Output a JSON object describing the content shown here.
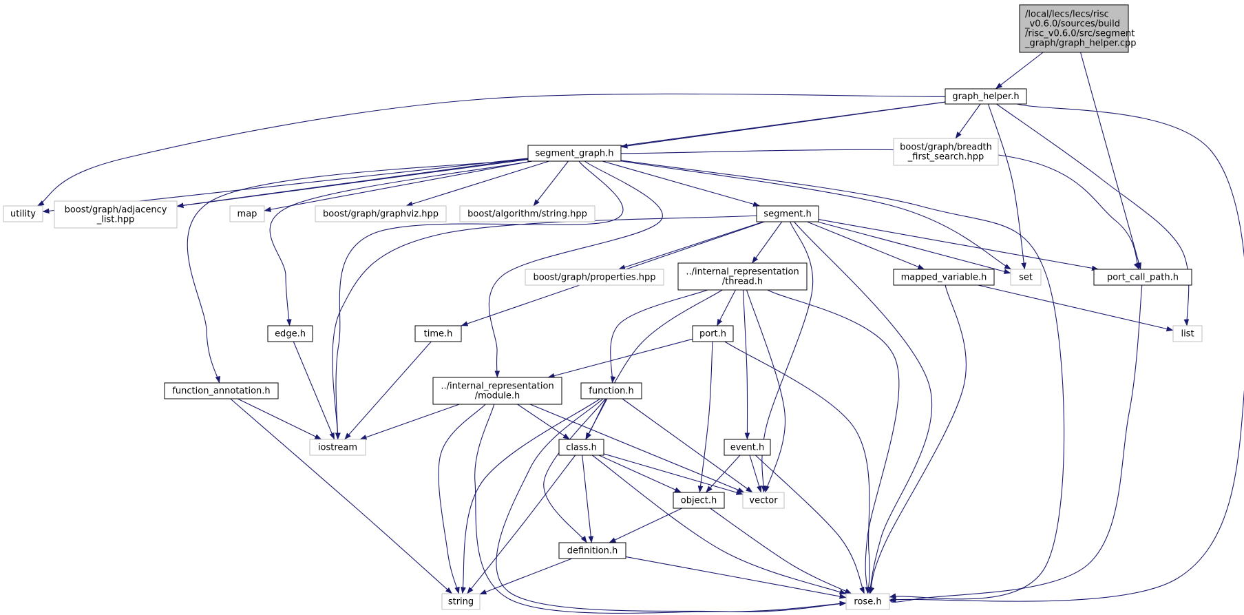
{
  "colors": {
    "edge": "#191970",
    "root_fill": "#bfbfbf",
    "node_border": "#000000",
    "external_border": "#bfbfbf",
    "background": "#ffffff"
  },
  "nodes": [
    {
      "id": "root",
      "kind": "root",
      "lines": [
        "/local/lecs/lecs/risc",
        "_v0.6.0/sources/build",
        "/risc_v0.6.0/src/segment",
        "_graph/graph_helper.cpp"
      ]
    },
    {
      "id": "graph_helper",
      "kind": "file",
      "lines": [
        "graph_helper.h"
      ]
    },
    {
      "id": "segment_graph",
      "kind": "file",
      "lines": [
        "segment_graph.h"
      ]
    },
    {
      "id": "bfs",
      "kind": "external",
      "lines": [
        "boost/graph/breadth",
        "_first_search.hpp"
      ]
    },
    {
      "id": "utility",
      "kind": "external",
      "lines": [
        "utility"
      ]
    },
    {
      "id": "adjacency",
      "kind": "external",
      "lines": [
        "boost/graph/adjacency",
        "_list.hpp"
      ]
    },
    {
      "id": "map",
      "kind": "external",
      "lines": [
        "map"
      ]
    },
    {
      "id": "graphviz",
      "kind": "external",
      "lines": [
        "boost/graph/graphviz.hpp"
      ]
    },
    {
      "id": "algo_string",
      "kind": "external",
      "lines": [
        "boost/algorithm/string.hpp"
      ]
    },
    {
      "id": "segment",
      "kind": "file",
      "lines": [
        "segment.h"
      ]
    },
    {
      "id": "set",
      "kind": "external",
      "lines": [
        "set"
      ]
    },
    {
      "id": "port_call_path",
      "kind": "file",
      "lines": [
        "port_call_path.h"
      ]
    },
    {
      "id": "properties",
      "kind": "external",
      "lines": [
        "boost/graph/properties.hpp"
      ]
    },
    {
      "id": "thread",
      "kind": "file",
      "lines": [
        "../internal_representation",
        "/thread.h"
      ]
    },
    {
      "id": "mapped_variable",
      "kind": "file",
      "lines": [
        "mapped_variable.h"
      ]
    },
    {
      "id": "list",
      "kind": "external",
      "lines": [
        "list"
      ]
    },
    {
      "id": "edge",
      "kind": "file",
      "lines": [
        "edge.h"
      ]
    },
    {
      "id": "time",
      "kind": "file",
      "lines": [
        "time.h"
      ]
    },
    {
      "id": "port",
      "kind": "file",
      "lines": [
        "port.h"
      ]
    },
    {
      "id": "function_annotation",
      "kind": "file",
      "lines": [
        "function_annotation.h"
      ]
    },
    {
      "id": "module",
      "kind": "file",
      "lines": [
        "../internal_representation",
        "/module.h"
      ]
    },
    {
      "id": "function",
      "kind": "file",
      "lines": [
        "function.h"
      ]
    },
    {
      "id": "iostream",
      "kind": "external",
      "lines": [
        "iostream"
      ]
    },
    {
      "id": "class",
      "kind": "file",
      "lines": [
        "class.h"
      ]
    },
    {
      "id": "event",
      "kind": "file",
      "lines": [
        "event.h"
      ]
    },
    {
      "id": "object",
      "kind": "file",
      "lines": [
        "object.h"
      ]
    },
    {
      "id": "vector",
      "kind": "external",
      "lines": [
        "vector"
      ]
    },
    {
      "id": "definition",
      "kind": "file",
      "lines": [
        "definition.h"
      ]
    },
    {
      "id": "string",
      "kind": "external",
      "lines": [
        "string"
      ]
    },
    {
      "id": "rose",
      "kind": "external",
      "lines": [
        "rose.h"
      ]
    }
  ],
  "edges": [
    [
      "root",
      "graph_helper"
    ],
    [
      "root",
      "port_call_path"
    ],
    [
      "graph_helper",
      "segment_graph"
    ],
    [
      "graph_helper",
      "bfs"
    ],
    [
      "graph_helper",
      "utility"
    ],
    [
      "graph_helper",
      "adjacency"
    ],
    [
      "graph_helper",
      "set"
    ],
    [
      "graph_helper",
      "list"
    ],
    [
      "graph_helper",
      "rose"
    ],
    [
      "segment_graph",
      "utility"
    ],
    [
      "segment_graph",
      "adjacency"
    ],
    [
      "segment_graph",
      "map"
    ],
    [
      "segment_graph",
      "graphviz"
    ],
    [
      "segment_graph",
      "algo_string"
    ],
    [
      "segment_graph",
      "segment"
    ],
    [
      "segment_graph",
      "set"
    ],
    [
      "segment_graph",
      "port_call_path"
    ],
    [
      "segment_graph",
      "edge"
    ],
    [
      "segment_graph",
      "function_annotation"
    ],
    [
      "segment_graph",
      "iostream"
    ],
    [
      "segment_graph",
      "module"
    ],
    [
      "segment_graph",
      "rose"
    ],
    [
      "segment",
      "properties"
    ],
    [
      "segment",
      "thread"
    ],
    [
      "segment",
      "mapped_variable"
    ],
    [
      "segment",
      "set"
    ],
    [
      "segment",
      "port_call_path"
    ],
    [
      "segment",
      "time"
    ],
    [
      "segment",
      "iostream"
    ],
    [
      "segment",
      "vector"
    ],
    [
      "segment",
      "rose"
    ],
    [
      "thread",
      "port"
    ],
    [
      "thread",
      "function"
    ],
    [
      "thread",
      "class"
    ],
    [
      "thread",
      "event"
    ],
    [
      "thread",
      "vector"
    ],
    [
      "thread",
      "rose"
    ],
    [
      "mapped_variable",
      "list"
    ],
    [
      "mapped_variable",
      "rose"
    ],
    [
      "port_call_path",
      "rose"
    ],
    [
      "edge",
      "iostream"
    ],
    [
      "time",
      "iostream"
    ],
    [
      "port",
      "module"
    ],
    [
      "port",
      "object"
    ],
    [
      "port",
      "rose"
    ],
    [
      "function_annotation",
      "iostream"
    ],
    [
      "function_annotation",
      "string"
    ],
    [
      "module",
      "iostream"
    ],
    [
      "module",
      "class"
    ],
    [
      "module",
      "vector"
    ],
    [
      "module",
      "string"
    ],
    [
      "module",
      "rose"
    ],
    [
      "function",
      "class"
    ],
    [
      "function",
      "vector"
    ],
    [
      "function",
      "string"
    ],
    [
      "function",
      "definition"
    ],
    [
      "function",
      "rose"
    ],
    [
      "class",
      "object"
    ],
    [
      "class",
      "vector"
    ],
    [
      "class",
      "definition"
    ],
    [
      "class",
      "string"
    ],
    [
      "class",
      "rose"
    ],
    [
      "event",
      "object"
    ],
    [
      "event",
      "vector"
    ],
    [
      "event",
      "rose"
    ],
    [
      "object",
      "definition"
    ],
    [
      "object",
      "rose"
    ],
    [
      "definition",
      "string"
    ],
    [
      "definition",
      "rose"
    ]
  ]
}
